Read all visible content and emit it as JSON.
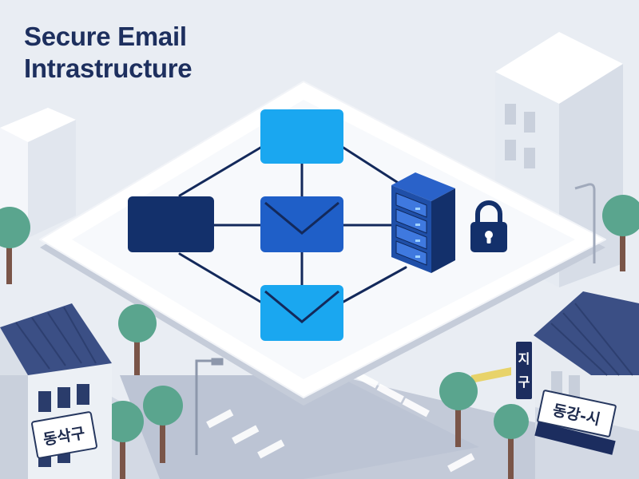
{
  "title": {
    "line1": "Secure Email",
    "line2": "Intrastructure"
  },
  "signs": {
    "left_building": "동삭구",
    "right_building": "동강-시",
    "right_vertical_top": "지",
    "right_vertical_bottom": "구"
  },
  "icons": {
    "lock": "padlock-icon",
    "server": "server-rack-icon",
    "envelope": "envelope-icon"
  },
  "colors": {
    "title": "#1d2f5e",
    "navy": "#13306b",
    "mid_blue": "#1f5fc8",
    "light_blue": "#1aa7f0",
    "connector": "#13295b",
    "platform": "#ffffff",
    "tree": "#5aa58e",
    "trunk": "#7a5548"
  }
}
